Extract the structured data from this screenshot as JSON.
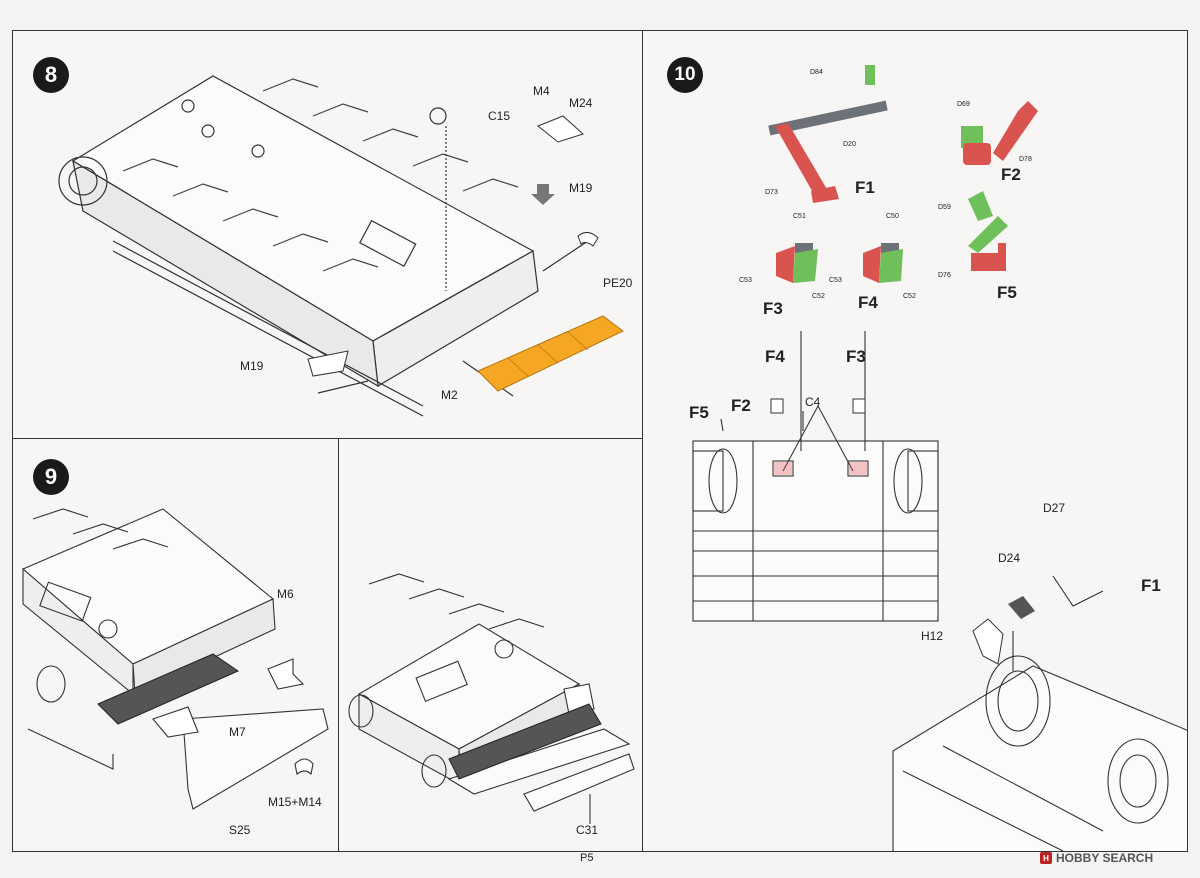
{
  "page": {
    "number": "P5"
  },
  "watermark": {
    "text": "HOBBY SEARCH"
  },
  "colors": {
    "highlight_orange": "#f5a623",
    "part_red": "#d9534f",
    "part_green": "#6fbf5a",
    "part_gray": "#6d7278",
    "line": "#333333"
  },
  "step8": {
    "number": "8",
    "labels": {
      "c15": "C15",
      "m4": "M4",
      "m24": "M24",
      "m19_top": "M19",
      "pe20": "PE20",
      "m19_bottom": "M19",
      "m2": "M2"
    }
  },
  "step9": {
    "number": "9",
    "labels": {
      "m6": "M6",
      "m7": "M7",
      "m15_m14": "M15+M14",
      "s25": "S25"
    }
  },
  "step9b": {
    "labels": {
      "c31": "C31"
    }
  },
  "step10": {
    "number": "10",
    "sub": {
      "d84": "D84",
      "d20": "D20",
      "d73": "D73",
      "f1": "F1",
      "d69": "D69",
      "d78": "D78",
      "f2": "F2",
      "d59": "D59",
      "d76": "D76",
      "f5": "F5",
      "c51": "C51",
      "c53a": "C53",
      "c52a": "C52",
      "f3": "F3",
      "c50": "C50",
      "c53b": "C53",
      "c52b": "C52",
      "f4": "F4"
    },
    "assembly": {
      "f4": "F4",
      "f3": "F3",
      "f5": "F5",
      "f2": "F2",
      "c4": "C4",
      "d27": "D27",
      "d24": "D24",
      "f1": "F1",
      "h12": "H12"
    }
  }
}
